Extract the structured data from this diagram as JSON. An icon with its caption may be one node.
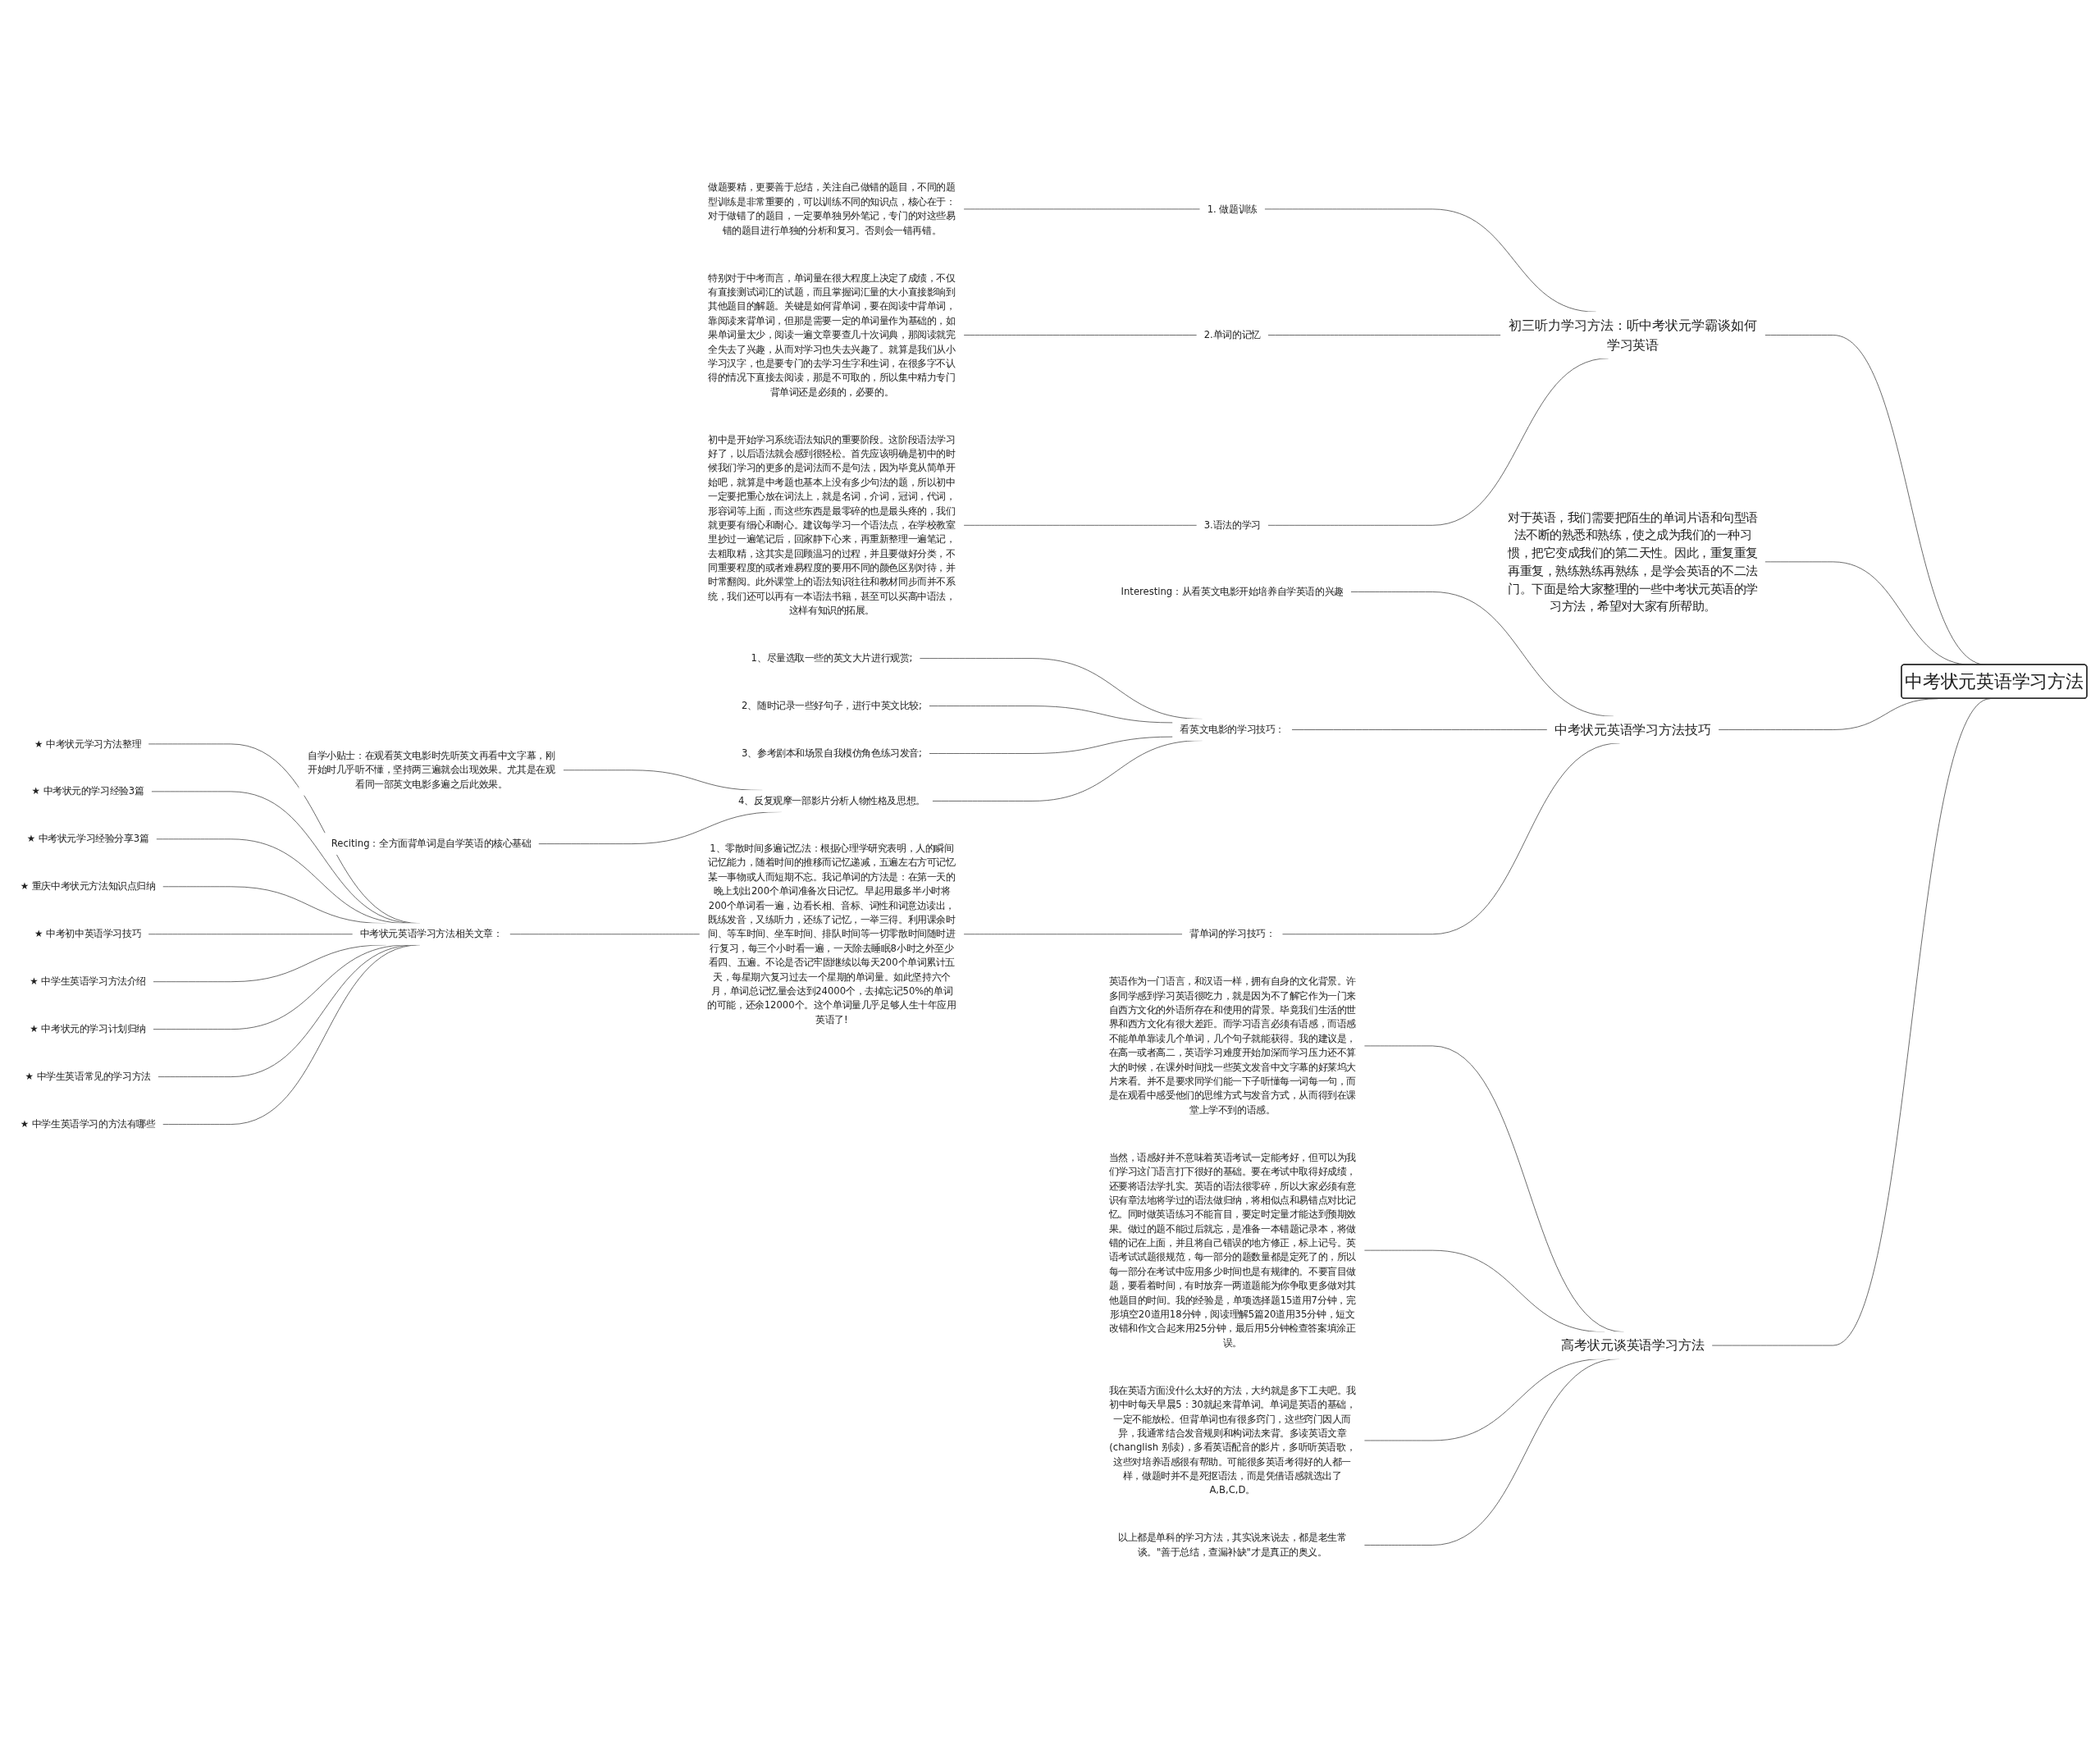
{
  "diagram": {
    "nodes": [
      {
        "text": [
          "中考状元英语学习方法"
        ]
      },
      {
        "text": [
          "初三听力学习方法：听中考状元学霸谈如何学习英语"
        ]
      },
      {
        "text": [
          "1. 做题训练"
        ]
      },
      {
        "text": [
          "做题要精，更要善于总结，关注自己做错的题目，不同的题型训练是非常重要的，可以训练不同的知识点，核心在于：对于做错了的题目，一定要单独另外笔记，专门的对这些易错的题目进行单独的分析和复习。否则会一错再错。"
        ]
      },
      {
        "text": [
          "2.单词的记忆"
        ]
      },
      {
        "text": [
          "特别对于中考而言，单词量在很大程度上决定了成绩，不仅有直接测试词汇的试题，而且掌握词汇量的大小直接影响到其他题目的解题。关键是如何背单词，要在阅读中背单词，靠阅读来背单词，但那是需要一定的单词量作为基础的，如果单词量太少，阅读一遍文章要查几十次词典，那阅读就完全失去了兴趣，从而对学习也失去兴趣了。就算是我们从小学习汉字，也是要专门的去学习生字和生词，在很多字不认得的情况下直接去阅读，那是不可取的，所以集中精力专门背单词还是必须的，必要的。"
        ]
      },
      {
        "text": [
          "3.语法的学习"
        ]
      },
      {
        "text": [
          "初中是开始学习系统语法知识的重要阶段。这阶段语法学习好了，以后语法就会感到很轻松。首先应该明确是初中的时候我们学习的更多的是词法而不是句法，因为毕竟从简单开始吧，就算是中考题也基本上没有多少句法的题，所以初中一定要把重心放在词法上，就是名词，介词，冠词，代词，形容词等上面，而这些东西是最零碎的也是最头疼的，我们就更要有细心和耐心。建议每学习一个语法点，在学校教室里抄过一遍笔记后，回家静下心来，再重新整理一遍笔记，去粗取精，这其实是回顾温习的过程，并且要做好分类，不同重要程度的或者难易程度的要用不同的颜色区别对待，并时常翻阅。此外课堂上的语法知识往往和教材同步而并不系统，我们还可以再有一本语法书籍，甚至可以买高中语法，这样有知识的拓展。"
        ]
      },
      {
        "text": [
          "对于英语，我们需要把陌生的单词片语和句型语法不断的熟悉和熟练，使之成为我们的一种习惯，把它变成我们的第二天性。因此，重复重复再重复，熟练熟练再熟练，是学会英语的不二法门。下面是给大家整理的一些中考状元英语的学习方法，希望对大家有所帮助。"
        ]
      },
      {
        "text": [
          "中考状元英语学习方法技巧"
        ]
      },
      {
        "text": [
          "Interesting：从看英文电影开始培养自学英语的兴趣"
        ]
      },
      {
        "text": [
          "看英文电影的学习技巧："
        ]
      },
      {
        "text": [
          "1、尽量选取一些的英文大片进行观赏;"
        ]
      },
      {
        "text": [
          "2、随时记录一些好句子，进行中英文比较;"
        ]
      },
      {
        "text": [
          "3、参考剧本和场景自我模仿角色练习发音;"
        ]
      },
      {
        "text": [
          "4、反复观摩一部影片分析人物性格及思想。"
        ]
      },
      {
        "text": [
          "自学小贴士：在观看英文电影时先听英文再看中文字幕，刚开始时几乎听不懂，坚持两三遍就会出现效果。尤其是在观看同一部英文电影多遍之后此效果。"
        ]
      },
      {
        "text": [
          "Reciting：全方面背单词是自学英语的核心基础"
        ]
      },
      {
        "text": [
          "背单词的学习技巧："
        ]
      },
      {
        "text": [
          "1、零散时间多遍记忆法：根据心理学研究表明，人的瞬间记忆能力，随着时间的推移而记忆递减，五遍左右方可记忆某一事物或人而短期不忘。我记单词的方法是：在第一天的晚上划出200个单词准备次日记忆。早起用最多半小时将200个单词看一遍，边看长相、音标、词性和词意边读出，既练发音，又练听力，还练了记忆，一举三得。利用课余时间、等车时间、坐车时间、排队时间等一切零散时间随时进行复习，每三个小时看一遍，一天除去睡眠8小时之外至少看四、五遍。不论是否记牢固继续以每天200个单词累计五天，每星期六复习过去一个星期的单词量。如此坚持六个月，单词总记忆量会达到24000个，去掉忘记50%的单词的可能，还余12000个。这个单词量几乎足够人生十年应用英语了!"
        ]
      },
      {
        "text": [
          "中考状元英语学习方法相关文章："
        ]
      },
      {
        "text": [
          "★ 中考状元学习方法整理"
        ]
      },
      {
        "text": [
          "★ 中考状元的学习经验3篇"
        ]
      },
      {
        "text": [
          "★ 中考状元学习经验分享3篇"
        ]
      },
      {
        "text": [
          "★ 重庆中考状元方法知识点归纳"
        ]
      },
      {
        "text": [
          "★ 中考初中英语学习技巧"
        ]
      },
      {
        "text": [
          "★ 中学生英语学习方法介绍"
        ]
      },
      {
        "text": [
          "★ 中考状元的学习计划归纳"
        ]
      },
      {
        "text": [
          "★ 中学生英语常见的学习方法"
        ]
      },
      {
        "text": [
          "★ 中学生英语学习的方法有哪些"
        ]
      },
      {
        "text": [
          "高考状元谈英语学习方法"
        ]
      },
      {
        "text": [
          "英语作为一门语言，和汉语一样，拥有自身的文化背景。许多同学感到学习英语很吃力，就是因为不了解它作为一门来自西方文化的外语所存在和使用的背景。毕竟我们生活的世界和西方文化有很大差距。而学习语言必须有语感，而语感不能单单靠读几个单词，几个句子就能获得。我的建议是，在高一或者高二，英语学习难度开始加深而学习压力还不算大的时候，在课外时间找一些英文发音中文字幕的好莱坞大片来看。并不是要求同学们能一下子听懂每一词每一句，而是在观看中感受他们的思维方式与发音方式，从而得到在课堂上学不到的语感。"
        ]
      },
      {
        "text": [
          "当然，语感好并不意味着英语考试一定能考好，但可以为我们学习这门语言打下很好的基础。要在考试中取得好成绩，还要将语法学扎实。英语的语法很零碎，所以大家必须有意识有章法地将学过的语法做归纳，将相似点和易错点对比记忆。同时做英语练习不能盲目，要定时定量才能达到预期效果。做过的题不能过后就忘，是准备一本错题记录本，将做错的记在上面，并且将自己错误的地方修正，标上记号。英语考试试题很规范，每一部分的题数量都是定死了的，所以每一部分在考试中应用多少时间也是有规律的。不要盲目做题，要看着时间，有时放弃一两道题能为你争取更多做对其他题目的时间。我的经验是，单项选择题15道用7分钟，完形填空20道用18分钟，阅读理解5篇20道用35分钟，短文改错和作文合起来用25分钟，最后用5分钟检查答案填涂正误。"
        ]
      },
      {
        "text": [
          "我在英语方面没什么太好的方法，大约就是多下工夫吧。我初中时每天早晨5：30就起来背单词。单词是英语的基础，一定不能放松。但背单词也有很多窍门，这些窍门因人而异，我通常结合发音规则和构词法来背。多读英语文章(changlish 别读)，多看英语配音的影片，多听听英语歌，这些对培养语感很有帮助。可能很多英语考得好的人都一样，做题时并不是死抠语法，而是凭借语感就选出了A,B,C,D。"
        ]
      },
      {
        "text": [
          "以上都是单科的学习方法，其实说来说去，都是老生常谈。\"善于总结，查漏补缺\"才是真正的奥义。"
        ]
      }
    ],
    "edges": [
      {
        "from": 0,
        "to": 1,
        "arrow": "none"
      },
      {
        "from": 1,
        "to": 2,
        "arrow": "none"
      },
      {
        "from": 2,
        "to": 3,
        "arrow": "none"
      },
      {
        "from": 1,
        "to": 4,
        "arrow": "none"
      },
      {
        "from": 4,
        "to": 5,
        "arrow": "none"
      },
      {
        "from": 1,
        "to": 6,
        "arrow": "none"
      },
      {
        "from": 6,
        "to": 7,
        "arrow": "none"
      },
      {
        "from": 0,
        "to": 8,
        "arrow": "none"
      },
      {
        "from": 0,
        "to": 9,
        "arrow": "none"
      },
      {
        "from": 9,
        "to": 10,
        "arrow": "none"
      },
      {
        "from": 9,
        "to": 11,
        "arrow": "none"
      },
      {
        "from": 11,
        "to": 12,
        "arrow": "none"
      },
      {
        "from": 11,
        "to": 13,
        "arrow": "none"
      },
      {
        "from": 11,
        "to": 14,
        "arrow": "none"
      },
      {
        "from": 11,
        "to": 15,
        "arrow": "none"
      },
      {
        "from": 15,
        "to": 16,
        "arrow": "none"
      },
      {
        "from": 15,
        "to": 17,
        "arrow": "none"
      },
      {
        "from": 9,
        "to": 18,
        "arrow": "none"
      },
      {
        "from": 18,
        "to": 19,
        "arrow": "none"
      },
      {
        "from": 19,
        "to": 20,
        "arrow": "none"
      },
      {
        "from": 20,
        "to": 21,
        "arrow": "none"
      },
      {
        "from": 20,
        "to": 22,
        "arrow": "none"
      },
      {
        "from": 20,
        "to": 23,
        "arrow": "none"
      },
      {
        "from": 20,
        "to": 24,
        "arrow": "none"
      },
      {
        "from": 20,
        "to": 25,
        "arrow": "none"
      },
      {
        "from": 20,
        "to": 26,
        "arrow": "none"
      },
      {
        "from": 20,
        "to": 27,
        "arrow": "none"
      },
      {
        "from": 20,
        "to": 28,
        "arrow": "none"
      },
      {
        "from": 20,
        "to": 29,
        "arrow": "none"
      },
      {
        "from": 0,
        "to": 30,
        "arrow": "none"
      },
      {
        "from": 30,
        "to": 31,
        "arrow": "none"
      },
      {
        "from": 30,
        "to": 32,
        "arrow": "none"
      },
      {
        "from": 30,
        "to": 33,
        "arrow": "none"
      },
      {
        "from": 30,
        "to": 34,
        "arrow": "none"
      }
    ]
  }
}
